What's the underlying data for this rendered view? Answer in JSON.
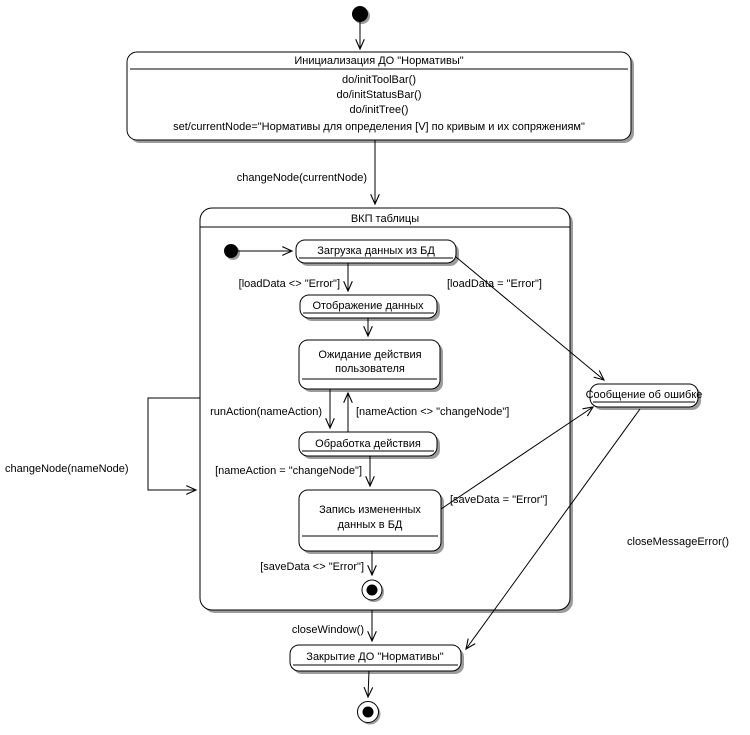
{
  "diagram": {
    "nodes": {
      "init_block": {
        "title": "Инициализация ДО \"Нормативы\"",
        "actions": [
          "do/initToolBar()",
          "do/initStatusBar()",
          "do/initTree()",
          "set/currentNode=\"Нормативы для определения [V] по кривым и их сопряжениям\""
        ]
      },
      "composite": {
        "title": "ВКП таблицы"
      },
      "load": {
        "label": "Загрузка данных из БД"
      },
      "display": {
        "label": "Отображение данных"
      },
      "wait": {
        "line1": "Ожидание действия",
        "line2": "пользователя"
      },
      "process": {
        "label": "Обработка действия"
      },
      "save": {
        "line1": "Запись измененных",
        "line2": "данных в БД"
      },
      "error_msg": {
        "label": "Сообщение об ошибке"
      },
      "close": {
        "label": "Закрытие ДО \"Нормативы\""
      }
    },
    "transitions": {
      "change_node_current": "changeNode(currentNode)",
      "load_ok": "[loadData <> \"Error\"]",
      "load_err": "[loadData = \"Error\"]",
      "run_action": "runAction(nameAction)",
      "action_not_change": "[nameAction <> \"changeNode\"]",
      "action_change": "[nameAction = \"changeNode\"]",
      "save_err": "[saveData = \"Error\"]",
      "save_ok": "[saveData <> \"Error\"]",
      "change_node_name": "changeNode(nameNode)",
      "close_window": "closeWindow()",
      "close_message_error": "closeMessageError()"
    },
    "colors": {
      "shadow": "#9c9c9c",
      "line": "#000000",
      "fill": "#ffffff"
    }
  }
}
